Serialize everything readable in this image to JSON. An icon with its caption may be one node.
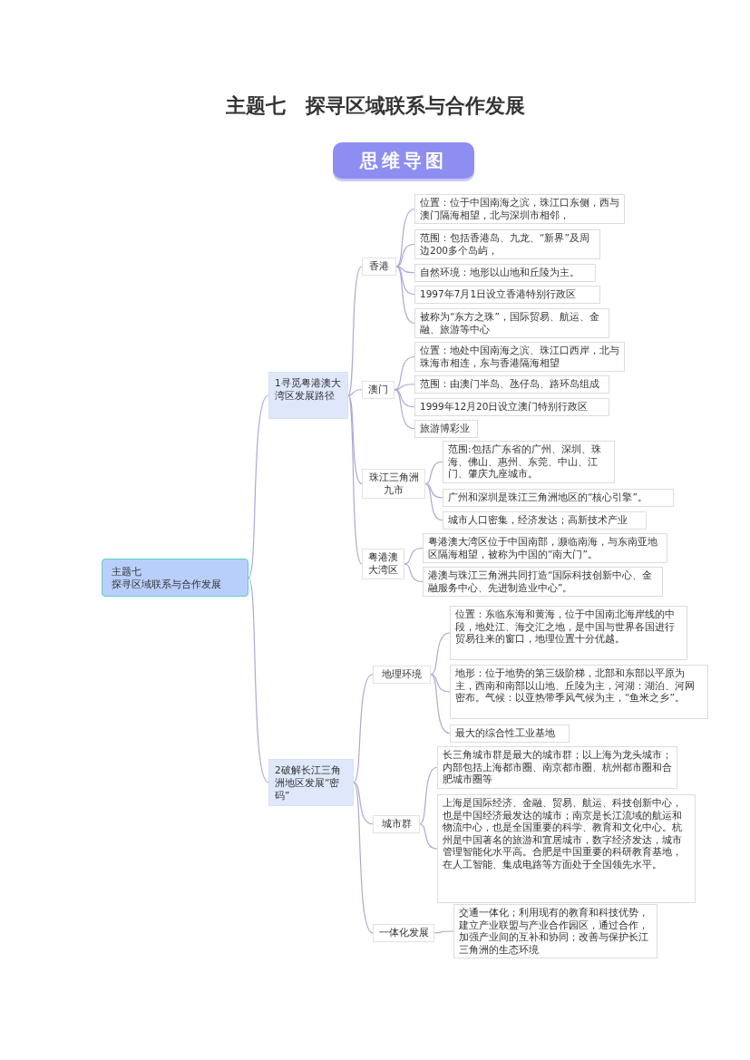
{
  "diagram": {
    "title": "主题七　探寻区域联系与合作发展",
    "nodes": [
      {
        "text": [
          "思维导图"
        ]
      },
      {
        "text": [
          "主题七",
          "探寻区域联系与合作发展"
        ]
      },
      {
        "text": [
          "1寻觅粤港澳大湾区发展路径"
        ]
      },
      {
        "text": [
          "香港"
        ]
      },
      {
        "text": [
          "位置：位于中国南海之滨，珠江口东侧，西与澳门隔海相望，北与深圳市相邻，"
        ]
      },
      {
        "text": [
          "范围：包括香港岛、九龙、“新界”及周边200多个岛屿，"
        ]
      },
      {
        "text": [
          "自然环境：地形以山地和丘陵为主。"
        ]
      },
      {
        "text": [
          "1997年7月1日设立香港特别行政区"
        ]
      },
      {
        "text": [
          "被称为“东方之珠”，国际贸易、航运、金融、旅游等中心"
        ]
      },
      {
        "text": [
          "澳门"
        ]
      },
      {
        "text": [
          "位置：地处中国南海之滨、珠江口西岸，北与珠海市相连，东与香港隔海相望"
        ]
      },
      {
        "text": [
          "范围：由澳门半岛、氹仔岛、路环岛组成"
        ]
      },
      {
        "text": [
          "1999年12月20日设立澳门特别行政区"
        ]
      },
      {
        "text": [
          "旅游博彩业"
        ]
      },
      {
        "text": [
          "珠江三角洲九市"
        ]
      },
      {
        "text": [
          "范围:包括广东省的广州、深圳、珠海、佛山、惠州、东莞、中山、江门、肇庆九座城市。"
        ]
      },
      {
        "text": [
          "广州和深圳是珠江三角洲地区的“核心引擎”。"
        ]
      },
      {
        "text": [
          "城市人口密集，经济发达；高新技术产业"
        ]
      },
      {
        "text": [
          "粤港澳大湾区"
        ]
      },
      {
        "text": [
          "粤港澳大湾区位于中国南部，濒临南海，与东南亚地区隔海相望，被称为中国的“南大门”。"
        ]
      },
      {
        "text": [
          "港澳与珠江三角洲共同打造“国际科技创新中心、金融服务中心、先进制造业中心”。"
        ]
      },
      {
        "text": [
          "2破解长江三角洲地区发展“密码”"
        ]
      },
      {
        "text": [
          "地理环境"
        ]
      },
      {
        "text": [
          "位置：东临东海和黄海，位于中国南北海岸线的中段，地处江、海交汇之地，是中国与世界各国进行贸易往来的窗口，地理位置十分优越。"
        ]
      },
      {
        "text": [
          "地形：位于地势的第三级阶梯，北部和东部以平原为主，西南和南部以山地、丘陵为主，河湖：湖泊、河网密布。气候：以亚热带季风气候为主，“鱼米之乡”。"
        ]
      },
      {
        "text": [
          "最大的综合性工业基地"
        ]
      },
      {
        "text": [
          "城市群"
        ]
      },
      {
        "text": [
          "长三角城市群是最大的城市群；以上海为龙头城市；内部包括上海都市圈、南京都市圈、杭州都市圈和合肥城市圈等"
        ]
      },
      {
        "text": [
          "上海是国际经济、金融、贸易、航运、科技创新中心，也是中国经济最发达的城市；南京是长江流域的航运和物流中心，也是全国重要的科学、教育和文化中心。杭州是中国著名的旅游和宜居城市，数字经济发达，城市管理智能化水平高。合肥是中国重要的科研教育基地，在人工智能、集成电路等方面处于全国领先水平。"
        ]
      },
      {
        "text": [
          "一体化发展"
        ]
      },
      {
        "text": [
          "交通一体化；利用现有的教育和科技优势，建立产业联盟与产业合作园区，通过合作，加强产业间的互补和协同；改善与保护长江三角洲的生态环境"
        ]
      }
    ],
    "edges": [
      {
        "from": 1,
        "to": 2,
        "arrow": "none"
      },
      {
        "from": 1,
        "to": 21,
        "arrow": "none"
      },
      {
        "from": 2,
        "to": 3,
        "arrow": "none"
      },
      {
        "from": 2,
        "to": 9,
        "arrow": "none"
      },
      {
        "from": 2,
        "to": 14,
        "arrow": "none"
      },
      {
        "from": 2,
        "to": 18,
        "arrow": "none"
      },
      {
        "from": 3,
        "to": 4,
        "arrow": "none"
      },
      {
        "from": 3,
        "to": 5,
        "arrow": "none"
      },
      {
        "from": 3,
        "to": 6,
        "arrow": "none"
      },
      {
        "from": 3,
        "to": 7,
        "arrow": "none"
      },
      {
        "from": 3,
        "to": 8,
        "arrow": "none"
      },
      {
        "from": 9,
        "to": 10,
        "arrow": "none"
      },
      {
        "from": 9,
        "to": 11,
        "arrow": "none"
      },
      {
        "from": 9,
        "to": 12,
        "arrow": "none"
      },
      {
        "from": 9,
        "to": 13,
        "arrow": "none"
      },
      {
        "from": 14,
        "to": 15,
        "arrow": "none"
      },
      {
        "from": 14,
        "to": 16,
        "arrow": "none"
      },
      {
        "from": 14,
        "to": 17,
        "arrow": "none"
      },
      {
        "from": 18,
        "to": 19,
        "arrow": "none"
      },
      {
        "from": 18,
        "to": 20,
        "arrow": "none"
      },
      {
        "from": 21,
        "to": 22,
        "arrow": "none"
      },
      {
        "from": 21,
        "to": 26,
        "arrow": "none"
      },
      {
        "from": 21,
        "to": 29,
        "arrow": "none"
      },
      {
        "from": 22,
        "to": 23,
        "arrow": "none"
      },
      {
        "from": 22,
        "to": 24,
        "arrow": "none"
      },
      {
        "from": 22,
        "to": 25,
        "arrow": "none"
      },
      {
        "from": 26,
        "to": 27,
        "arrow": "none"
      },
      {
        "from": 26,
        "to": 28,
        "arrow": "none"
      },
      {
        "from": 29,
        "to": 30,
        "arrow": "none"
      }
    ]
  }
}
